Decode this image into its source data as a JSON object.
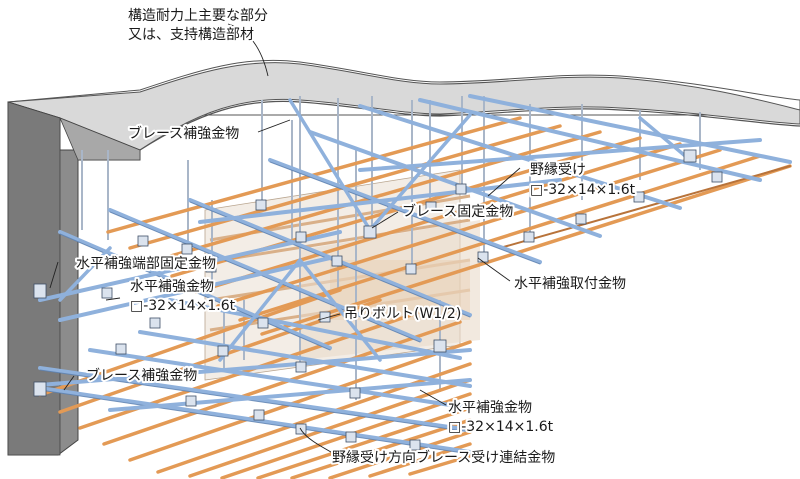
{
  "labels": {
    "structure_line1": "構造耐力上主要な部分",
    "structure_line2": "又は、支持構造部材",
    "brace_reinforcement_top": "ブレース補強金物",
    "nobuchi_uke": "野縁受け",
    "nobuchi_uke_spec": "□-32×14×1.6t",
    "brace_fixing": "ブレース固定金物",
    "horizontal_end_fixing": "水平補強端部固定金物",
    "horizontal_reinforcement_left": "水平補強金物",
    "horizontal_reinforcement_left_spec": "□-32×14×1.6t",
    "horizontal_mounting": "水平補強取付金物",
    "hanging_bolt": "吊りボルト(W1/2)",
    "brace_reinforcement_bottom": "ブレース補強金物",
    "horizontal_reinforcement_bottom": "水平補強金物",
    "horizontal_reinforcement_bottom_spec": "□-32×14×1.6t",
    "connection_fitting": "野縁受け方向ブレース受け連結金物"
  },
  "colors": {
    "nobuchi_orange": "#e39a55",
    "channel_blue": "#8fb1dc",
    "structure_grey": "#8c8c8c"
  }
}
